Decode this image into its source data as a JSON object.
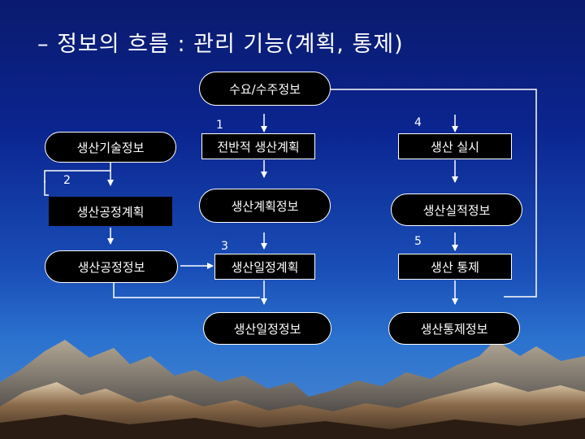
{
  "title": "– 정보의 흐름 : 관리 기능(계획, 통제)",
  "nodes": {
    "demand_order_info": "수요/수주정보",
    "production_tech_info": "생산기술정보",
    "overall_production_plan": "전반적 생산계획",
    "production_execution": "생산 실시",
    "production_process_plan": "생산공정계획",
    "production_plan_info": "생산계획정보",
    "production_result_info": "생산실적정보",
    "production_process_info": "생산공정정보",
    "production_schedule_plan": "생산일정계획",
    "production_control": "생산 통제",
    "production_schedule_info": "생산일정정보",
    "production_control_info": "생산통제정보"
  },
  "step_numbers": {
    "step1": "1",
    "step2": "2",
    "step3": "3",
    "step4": "4",
    "step5": "5"
  },
  "colors": {
    "background_top": "#0a1a6e",
    "background_bottom": "#4a86cf",
    "node_fill": "#000000",
    "node_border": "#ffffff",
    "text": "#ffffff"
  }
}
